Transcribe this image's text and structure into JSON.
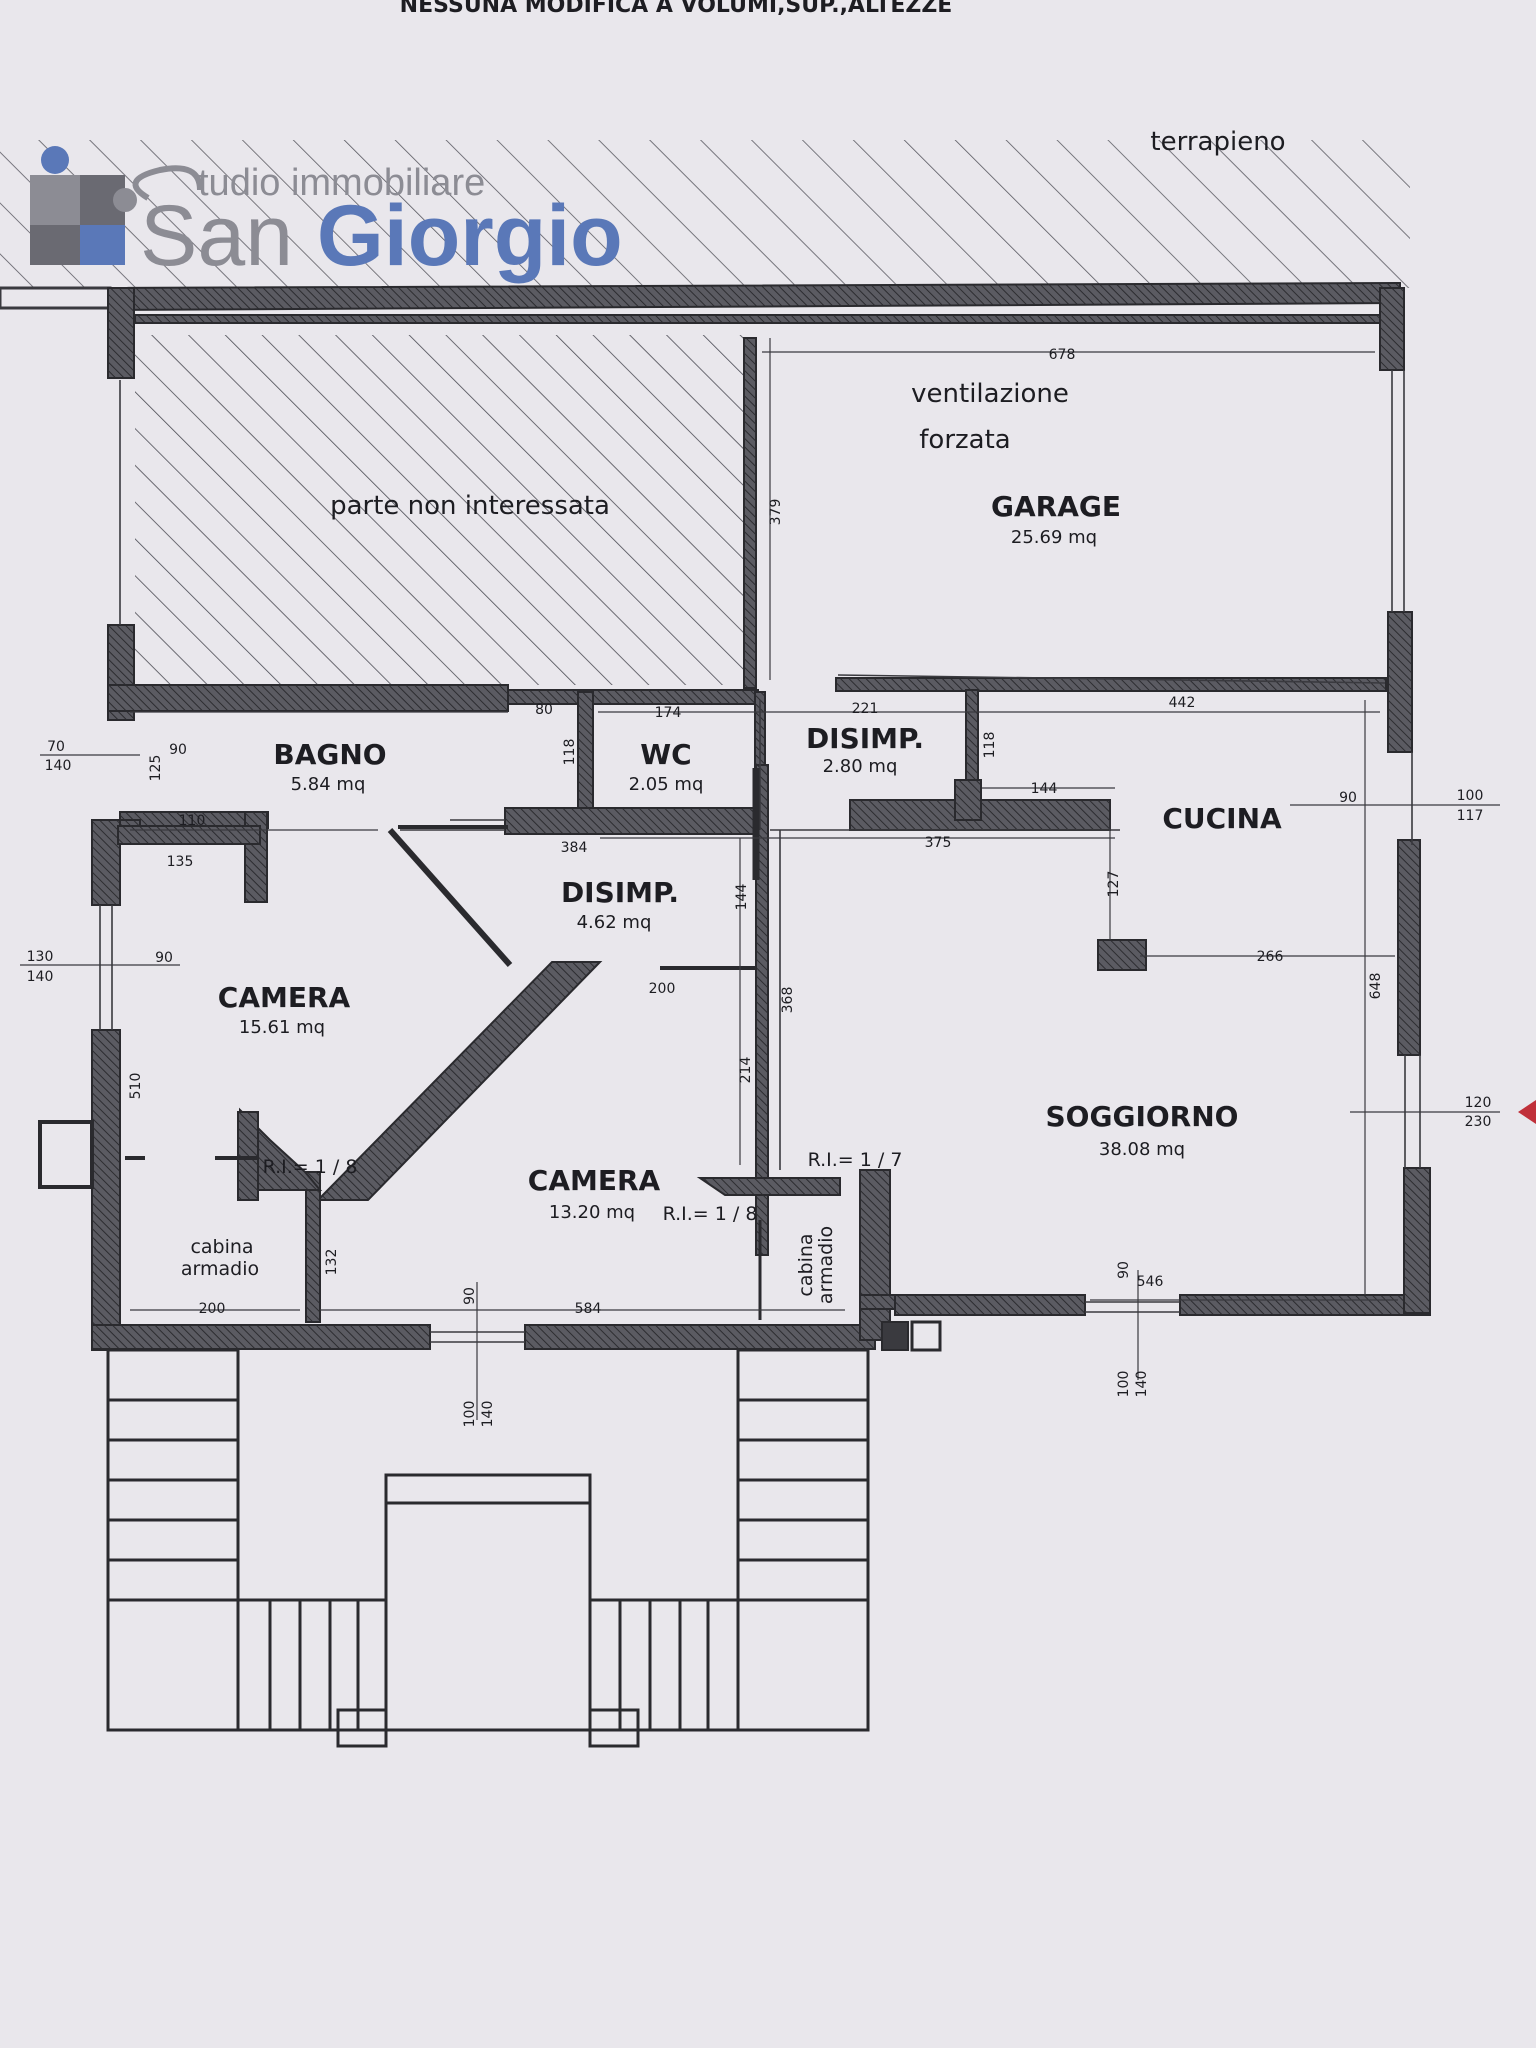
{
  "header": {
    "note": "NESSUNA MODIFICA A VOLUMI,SUP.,ALTEZZE"
  },
  "logo": {
    "line1": "tudio immobiliare",
    "line2_a": "San ",
    "line2_b": "Giorgio"
  },
  "colors": {
    "wall": "#3a3a3f",
    "hatch": "#4a4a52",
    "paper": "#e9e7ec",
    "logo_blue": "#5a78b8",
    "logo_grey": "#8c8c94",
    "marker": "#c0303a"
  },
  "labels": {
    "terrapieno": "terrapieno",
    "parte_non": "parte non interessata",
    "ventilazione": "ventilazione",
    "forzata": "forzata",
    "garage": "GARAGE",
    "garage_area": "25.69 mq",
    "bagno": "BAGNO",
    "bagno_area": "5.84 mq",
    "wc": "WC",
    "wc_area": "2.05 mq",
    "disimp1": "DISIMP.",
    "disimp1_area": "2.80 mq",
    "cucina": "CUCINA",
    "disimp2": "DISIMP.",
    "disimp2_area": "4.62 mq",
    "camera1": "CAMERA",
    "camera1_area": "15.61 mq",
    "camera2": "CAMERA",
    "camera2_area": "13.20 mq",
    "soggiorno": "SOGGIORNO",
    "soggiorno_area": "38.08 mq",
    "cabina": "cabina",
    "armadio": "armadio",
    "ri1": "R.I.= 1 / 8",
    "ri2": "R.I.= 1 / 8",
    "ri3": "R.I.= 1 / 7"
  },
  "dims": {
    "d678": "678",
    "d379": "379",
    "d80": "80",
    "d174": "174",
    "d221": "221",
    "d442": "442",
    "d118a": "118",
    "d118b": "118",
    "d144h": "144",
    "d90a": "90",
    "d100": "100",
    "d117": "117",
    "d70": "70",
    "d140a": "140",
    "d90b": "90",
    "d125": "125",
    "d110": "110",
    "d384": "384",
    "d375": "375",
    "d135": "135",
    "d144v": "144",
    "d127": "127",
    "d130": "130",
    "d140b": "140",
    "d90c": "90",
    "d266": "266",
    "d648": "648",
    "d200a": "200",
    "d368": "368",
    "d510": "510",
    "d214": "214",
    "d120": "120",
    "d230": "230",
    "d132": "132",
    "d200b": "200",
    "d90d": "90",
    "d584": "584",
    "d90e": "90",
    "d546": "546",
    "d100b": "100",
    "d140c": "140",
    "d100c": "100",
    "d140d": "140"
  }
}
